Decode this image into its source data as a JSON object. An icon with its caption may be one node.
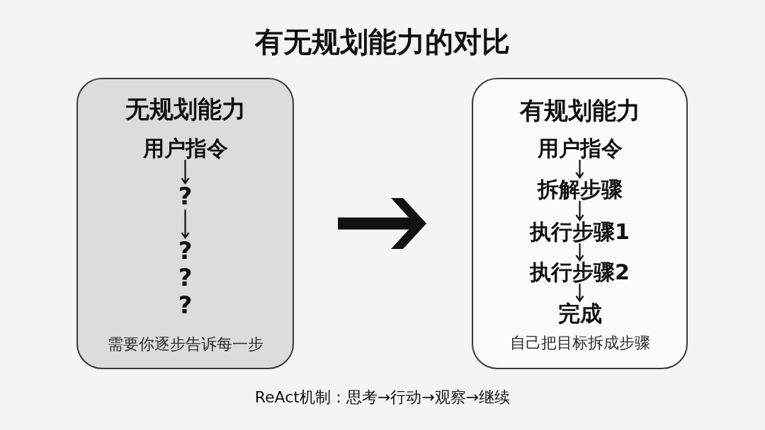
{
  "diagram": {
    "title": "有无规划能力的对比",
    "nodes": [
      {
        "text": [
          "无规划能力",
          "需要你逐步告诉每一步"
        ]
      },
      {
        "text": [
          "用户指令"
        ],
        "in": 0
      },
      {
        "text": [
          "?"
        ],
        "in": 0
      },
      {
        "text": [
          "?"
        ],
        "in": 0
      },
      {
        "text": [
          "?"
        ],
        "in": 0
      },
      {
        "text": [
          "?"
        ],
        "in": 0
      },
      {
        "text": [
          "有规划能力",
          "自己把目标拆成步骤"
        ]
      },
      {
        "text": [
          "用户指令"
        ],
        "in": 6
      },
      {
        "text": [
          "拆解步骤"
        ],
        "in": 6
      },
      {
        "text": [
          "执行步骤1"
        ],
        "in": 6
      },
      {
        "text": [
          "执行步骤2"
        ],
        "in": 6
      },
      {
        "text": [
          "完成"
        ],
        "in": 6
      }
    ],
    "edges": [
      {
        "from": 1,
        "to": 2,
        "arrow": "to"
      },
      {
        "from": 2,
        "to": 3,
        "arrow": "to"
      },
      {
        "from": 7,
        "to": 8,
        "arrow": "to"
      },
      {
        "from": 8,
        "to": 9,
        "arrow": "to"
      },
      {
        "from": 9,
        "to": 10,
        "arrow": "to"
      },
      {
        "from": 10,
        "to": 11,
        "arrow": "to"
      },
      {
        "from": 0,
        "to": 6,
        "arrow": "to",
        "style": "thick"
      }
    ],
    "labels": [
      "ReAct机制：思考→行动→观察→继续"
    ]
  }
}
